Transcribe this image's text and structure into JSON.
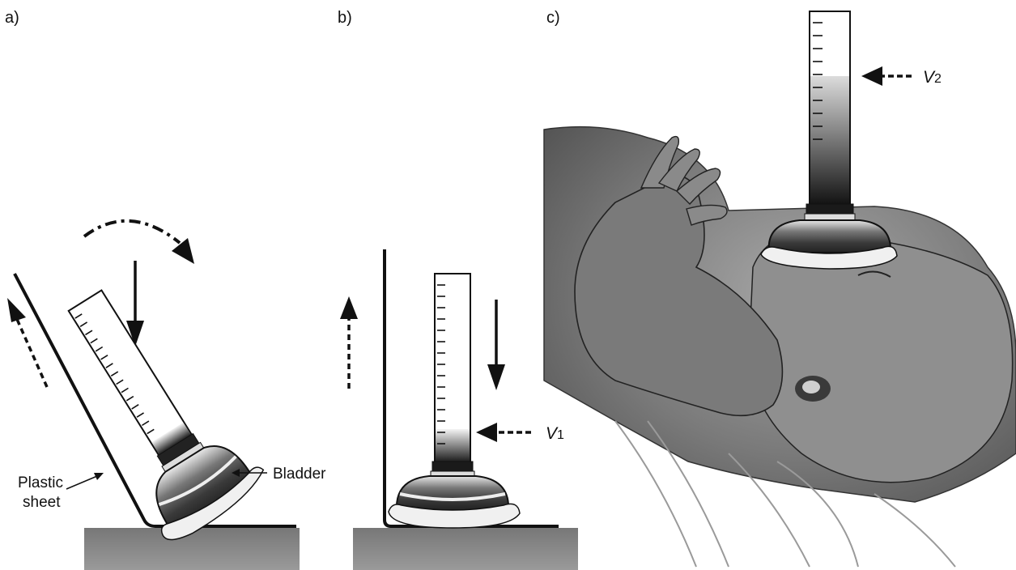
{
  "panels": {
    "a": {
      "label": "a)"
    },
    "b": {
      "label": "b)"
    },
    "c": {
      "label": "c)"
    }
  },
  "callouts": {
    "plastic_sheet_line1": "Plastic",
    "plastic_sheet_line2": "sheet",
    "bladder": "Bladder"
  },
  "volumes": {
    "v1": {
      "letter": "V",
      "sub": "1"
    },
    "v2": {
      "letter": "V",
      "sub": "2"
    }
  },
  "colors": {
    "ink": "#111111",
    "base_block": "#8a8a8a",
    "skin_dark": "#5c5c5c",
    "skin_mid": "#8c8c8c",
    "background": "#ffffff"
  }
}
